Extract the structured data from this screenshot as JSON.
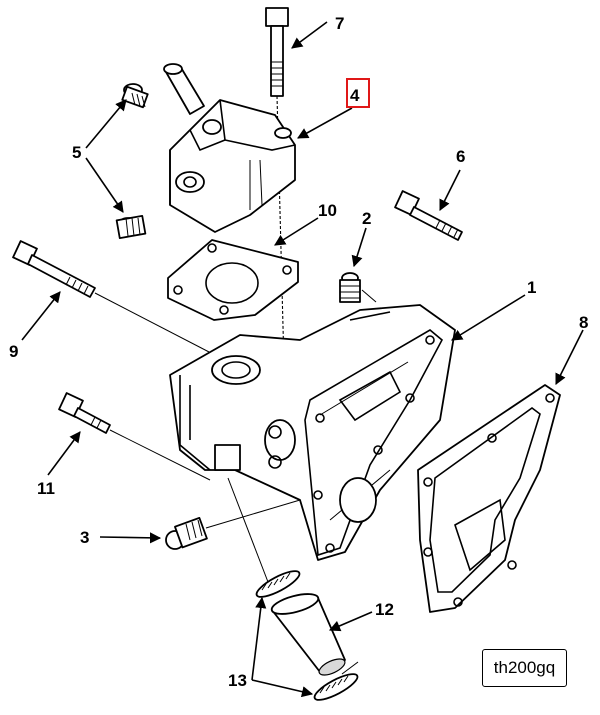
{
  "callouts": {
    "c1": "1",
    "c2": "2",
    "c3": "3",
    "c4": "4",
    "c5": "5",
    "c6": "6",
    "c7": "7",
    "c8": "8",
    "c9": "9",
    "c10": "10",
    "c11": "11",
    "c12": "12",
    "c13": "13"
  },
  "highlighted_callout": "4",
  "reference_code": "th200gq",
  "colors": {
    "highlight": "#e01818",
    "ink": "#000000"
  }
}
